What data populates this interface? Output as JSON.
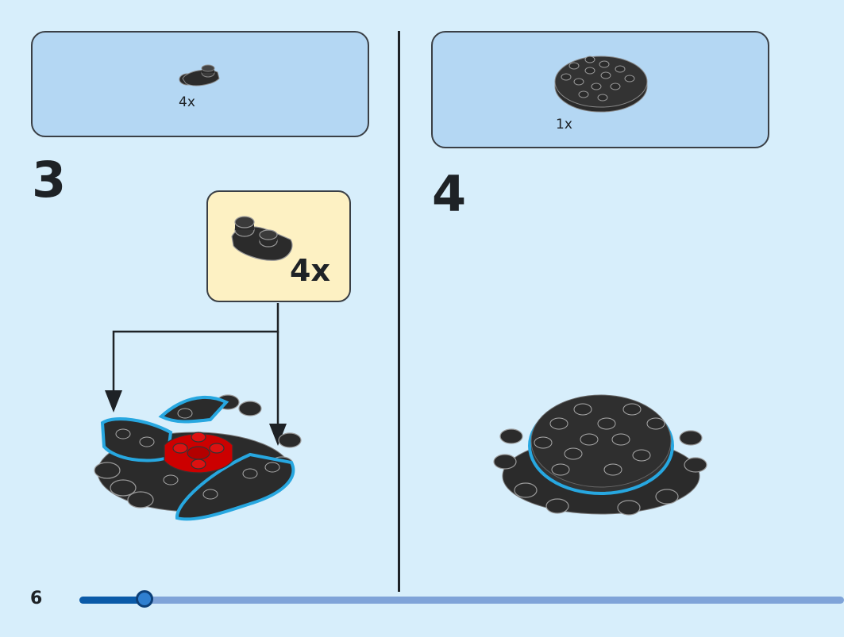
{
  "step3": {
    "number": "3",
    "parts_quantity": "4x",
    "subassembly_quantity": "4x"
  },
  "step4": {
    "number": "4",
    "parts_quantity": "1x"
  },
  "footer": {
    "page_number": "6",
    "progress": 0.085
  },
  "colors": {
    "page_background": "#d7eefb",
    "parts_box": "#b4d7f3",
    "subassembly_box": "#fdf1c3",
    "brick_black": "#2b2b2b",
    "brick_red": "#cc0000",
    "highlight": "#27a7e0",
    "progress_fill": "#0a5aa8",
    "progress_track": "#7fa3d8"
  }
}
